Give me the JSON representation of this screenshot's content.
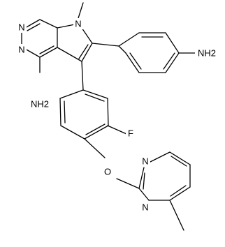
{
  "diagram": {
    "type": "chemical-structure",
    "atom_labels": {
      "n1": "N",
      "n3": "N",
      "n7": "N",
      "nh2_pyrimidine": "NH2",
      "nh2_phenyl": "NH2",
      "f": "F",
      "o": "O",
      "n_pym_a": "N",
      "n_pym_b": "N"
    }
  }
}
